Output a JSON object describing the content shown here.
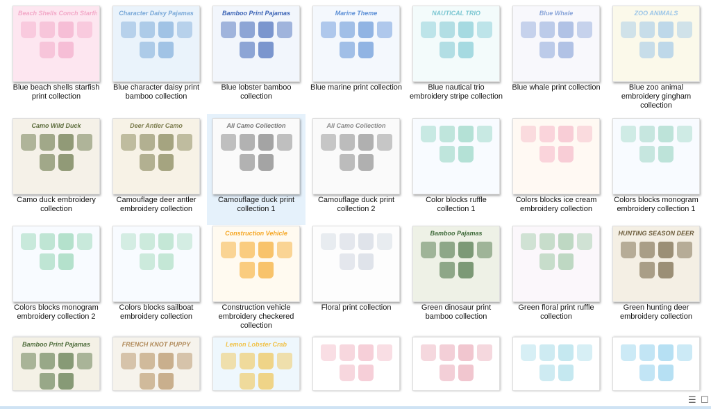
{
  "items": [
    {
      "label": "Blue beach shells starfish print collection",
      "thumb_title": "Beach Shells Conch Starfish",
      "bg": "#fde6f0",
      "accent": "#f3a9c8"
    },
    {
      "label": "Blue character daisy print bamboo collection",
      "thumb_title": "Character Daisy Pajamas",
      "bg": "#eaf3fb",
      "accent": "#7aa9d8"
    },
    {
      "label": "Blue lobster bamboo collection",
      "thumb_title": "Bamboo Print Pajamas",
      "bg": "#f2f6fc",
      "accent": "#3b63b5"
    },
    {
      "label": "Blue marine print collection",
      "thumb_title": "Marine Theme",
      "bg": "#f4f8fd",
      "accent": "#5c8fd6"
    },
    {
      "label": "Blue nautical trio embroidery stripe collection",
      "thumb_title": "NAUTICAL TRIO",
      "bg": "#f3fbfb",
      "accent": "#7cc7d2"
    },
    {
      "label": "Blue whale print collection",
      "thumb_title": "Blue Whale",
      "bg": "#f8f8fc",
      "accent": "#8aa5d9"
    },
    {
      "label": "Blue zoo animal embroidery gingham collection",
      "thumb_title": "ZOO ANIMALS",
      "bg": "#fbf9ea",
      "accent": "#9cc6e8"
    },
    {
      "label": "Camo duck embroidery collection",
      "thumb_title": "Camo Wild Duck",
      "bg": "#f5f1e8",
      "accent": "#5b6b3a"
    },
    {
      "label": "Camouflage deer antler embroidery collection",
      "thumb_title": "Deer Antler Camo",
      "bg": "#f7f2e6",
      "accent": "#7a7a4a"
    },
    {
      "label": "Camouflage duck print collection 1",
      "thumb_title": "All Camo Collection",
      "bg": "#fafafa",
      "accent": "#777"
    },
    {
      "label": "Camouflage duck print collection 2",
      "thumb_title": "All Camo Collection",
      "bg": "#fafafa",
      "accent": "#888"
    },
    {
      "label": "Color blocks ruffle collection 1",
      "thumb_title": "",
      "bg": "#f8fbff",
      "accent": "#8fd3c0"
    },
    {
      "label": "Colors blocks ice cream embroidery collection",
      "thumb_title": "",
      "bg": "#fff9f3",
      "accent": "#f5b6c6"
    },
    {
      "label": "Colors blocks monogram embroidery collection 1",
      "thumb_title": "",
      "bg": "#f8fbff",
      "accent": "#9dd6c5"
    },
    {
      "label": "Colors blocks monogram embroidery collection 2",
      "thumb_title": "",
      "bg": "#f8fbff",
      "accent": "#8fd3b0"
    },
    {
      "label": "Colors blocks sailboat embroidery collection",
      "thumb_title": "",
      "bg": "#f8fbff",
      "accent": "#a8dcc0"
    },
    {
      "label": "Construction vehicle embroidery checkered collection",
      "thumb_title": "Construction Vehicle",
      "bg": "#fffaf0",
      "accent": "#f5a623"
    },
    {
      "label": "Floral print collection",
      "thumb_title": "",
      "bg": "#fdfdfd",
      "accent": "#cfd6e0"
    },
    {
      "label": "Green dinosaur print bamboo collection",
      "thumb_title": "Bamboo Pajamas",
      "bg": "#eef1e6",
      "accent": "#3f6a3a"
    },
    {
      "label": "Green floral print ruffle collection",
      "thumb_title": "",
      "bg": "#fbf7fb",
      "accent": "#9cc8a4"
    },
    {
      "label": "Green hunting deer embroidery collection",
      "thumb_title": "HUNTING SEASON DEER",
      "bg": "#f4efe4",
      "accent": "#6b5b3a"
    },
    {
      "label": "",
      "thumb_title": "Bamboo Print Pajamas",
      "bg": "#f4f1e6",
      "accent": "#4d6b3a"
    },
    {
      "label": "",
      "thumb_title": "FRENCH KNOT PUPPY",
      "bg": "#f6f3ec",
      "accent": "#b08a5a"
    },
    {
      "label": "",
      "thumb_title": "Lemon Lobster Crab",
      "bg": "#eef7fd",
      "accent": "#f0c24a"
    },
    {
      "label": "",
      "thumb_title": "",
      "bg": "#fff",
      "accent": "#f1b6c3"
    },
    {
      "label": "",
      "thumb_title": "",
      "bg": "#fff",
      "accent": "#e9a8b6"
    },
    {
      "label": "",
      "thumb_title": "",
      "bg": "#fff",
      "accent": "#a6dbe8"
    },
    {
      "label": "",
      "thumb_title": "",
      "bg": "#fff",
      "accent": "#8fd0ec"
    }
  ],
  "selected_index": 9,
  "status": {
    "details_view_icon": "details-view-icon",
    "large_icons_view_icon": "large-icons-view-icon"
  }
}
